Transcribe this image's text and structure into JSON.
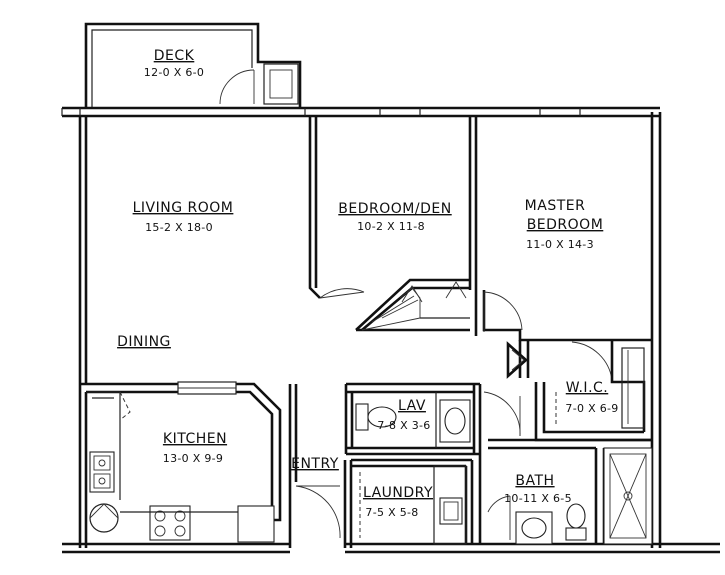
{
  "rooms": {
    "deck": {
      "name": "DECK",
      "dims": "12-0 X 6-0"
    },
    "living": {
      "name": "LIVING ROOM",
      "dims": "15-2 X 18-0"
    },
    "bedroom_den": {
      "name": "BEDROOM/DEN",
      "dims": "10-2 X 11-8"
    },
    "master": {
      "name_line1": "MASTER",
      "name_line2": "BEDROOM",
      "dims": "11-0 X 14-3"
    },
    "dining": {
      "name": "DINING"
    },
    "wic": {
      "name": "W.I.C.",
      "dims": "7-0 X 6-9"
    },
    "lav": {
      "name": "LAV",
      "dims": "7-8 X 3-6"
    },
    "kitchen": {
      "name": "KITCHEN",
      "dims": "13-0 X 9-9"
    },
    "entry": {
      "name": "ENTRY"
    },
    "laundry": {
      "name": "LAUNDRY",
      "dims": "7-5 X 5-8"
    },
    "bath": {
      "name": "BATH",
      "dims": "10-11 X 6-5"
    }
  }
}
